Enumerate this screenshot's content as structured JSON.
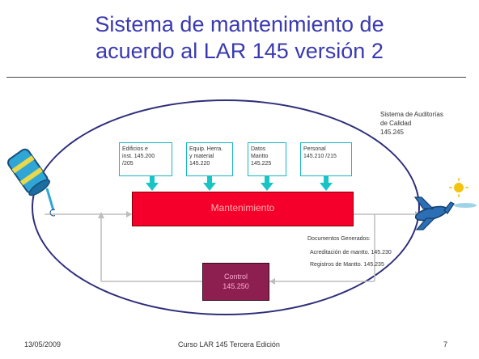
{
  "title": {
    "line1": "Sistema de mantenimiento de",
    "line2": "acuerdo al LAR 145 versión 2"
  },
  "audit": {
    "line1": "Sistema de Auditorías",
    "line2": "de Calidad",
    "line3": "145.245"
  },
  "inputs": [
    {
      "line1": "Edificios e",
      "line2": "inst. 145.200",
      "line3": "/205"
    },
    {
      "line1": "Equip. Herra.",
      "line2": "y material",
      "line3": "145.220"
    },
    {
      "line1": "Datos",
      "line2": "Mantto",
      "line3": "145.225"
    },
    {
      "line1": "Personal",
      "line2": "145.210 /215",
      "line3": ""
    }
  ],
  "main_process": "Mantenimiento",
  "control": {
    "line1": "Control",
    "line2": "145.250"
  },
  "documents": {
    "heading": "Documentos Generados:",
    "item1": "Acreditación de mantto. 145.230",
    "item2": "Registros de Mantto. 145.235"
  },
  "footer": {
    "date": "13/05/2009",
    "course": "Curso LAR 145 Tercera Edición",
    "page": "7"
  },
  "colors": {
    "title": "#3a3ab0",
    "main_box": "#f4002a",
    "control_box": "#8c1f4f",
    "input_border": "#19b7c6"
  }
}
